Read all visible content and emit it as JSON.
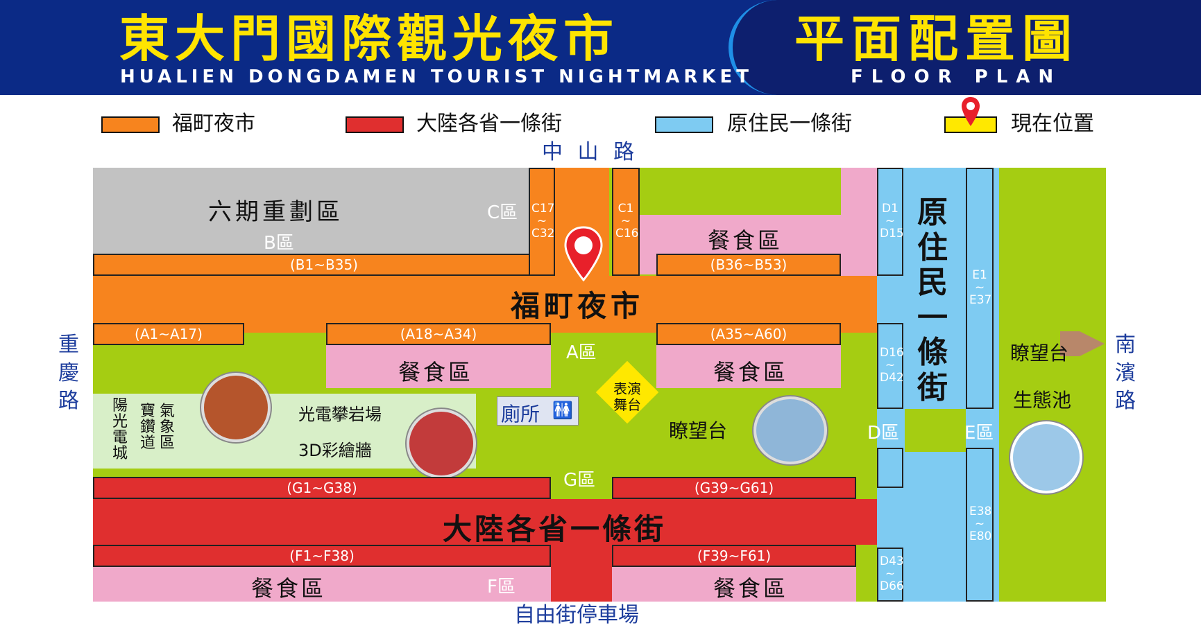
{
  "header": {
    "title_zh": "東大門國際觀光夜市",
    "title_en": "HUALIEN DONGDAMEN TOURIST NIGHTMARKET",
    "subtitle_zh": "平面配置圖",
    "subtitle_en": "FLOOR PLAN"
  },
  "legend": [
    {
      "label": "福町夜市",
      "color": "#f7841e"
    },
    {
      "label": "大陸各省一條街",
      "color": "#e02f2f"
    },
    {
      "label": "原住民一條街",
      "color": "#7ecbf2"
    },
    {
      "label": "現在位置",
      "color": "#ffe800"
    }
  ],
  "roads": {
    "north": "中 山 路",
    "south": "自由街停車場",
    "west": "重慶路",
    "east": "南濱路"
  },
  "areas": {
    "six_phase": "六期重劃區",
    "fuding": "福町夜市",
    "mainland": "大陸各省一條街",
    "aboriginal": "原住民一條街",
    "food_court": "餐食區",
    "watchtower": "瞭望台",
    "eco_pond": "生態池",
    "toilet": "廁所",
    "stage": "表演舞台",
    "climbing": "光電攀岩場",
    "mural": "3D彩繪牆",
    "sunlight_city": "陽光電城",
    "weather_path": "氣象區",
    "treasure_path": "寶鑽道"
  },
  "zones": {
    "A": "A區",
    "B": "B區",
    "C": "C區",
    "D": "D區",
    "E": "E區",
    "F": "F區",
    "G": "G區"
  },
  "stalls": {
    "b1": "(B1~B35)",
    "b2": "(B36~B53)",
    "a1": "(A1~A17)",
    "a2": "(A18~A34)",
    "a3": "(A35~A60)",
    "g1": "(G1~G38)",
    "g2": "(G39~G61)",
    "f1": "(F1~F38)",
    "f2": "(F39~F61)",
    "c1": "C17 ~ C32",
    "c2": "C1 ~ C16",
    "d1": "D1 ~ D15",
    "d2": "D16 ~ D42",
    "d3": "D43 ~ D66",
    "e1": "E1 ~ E37",
    "e2": "E38 ~ E80"
  }
}
